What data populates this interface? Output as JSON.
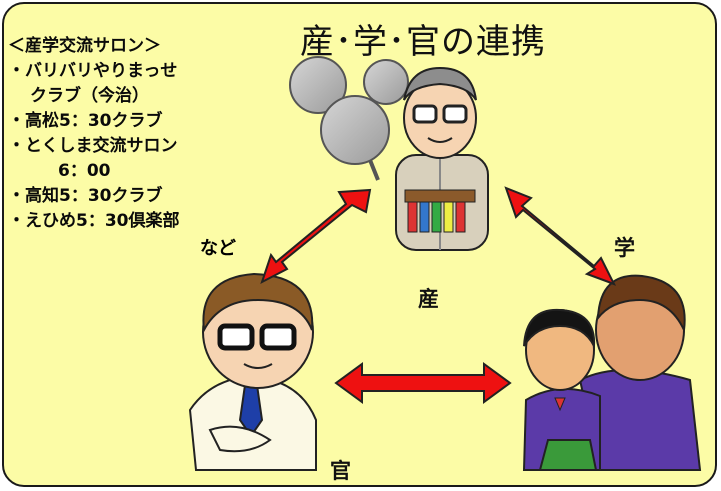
{
  "title": "産･学･官の連携",
  "list": {
    "heading": "＜産学交流サロン＞",
    "item1a": "・バリバリやりまっせ",
    "item1b": "クラブ（今治）",
    "item2": "・高松5：30クラブ",
    "item3a": "・とくしま交流サロン",
    "item3b": "6：00",
    "item4": "・高知5：30クラブ",
    "item5": "・えひめ5：30倶楽部",
    "etc": "など"
  },
  "labels": {
    "industry": "産",
    "academia": "学",
    "government": "官"
  },
  "colors": {
    "background": "#fcfca6",
    "arrow": "#ee1111",
    "frame": "#1a1a1a"
  }
}
